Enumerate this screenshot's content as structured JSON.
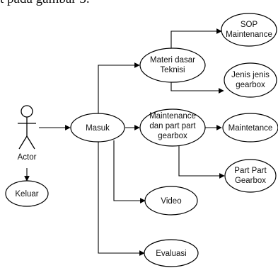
{
  "caption": "t pada gambar 3.",
  "actor": {
    "label": "Actor"
  },
  "nodes": {
    "keluar": "Keluar",
    "masuk": "Masuk",
    "materi": [
      "Materi dasar",
      "Teknisi"
    ],
    "maintenance_part": [
      "Maintenance",
      "dan part part",
      "gearbox"
    ],
    "video": "Video",
    "evaluasi": "Evaluasi",
    "sop": [
      "SOP",
      "Maintenance"
    ],
    "jenis": [
      "Jenis jenis",
      "gearbox"
    ],
    "maintetance": "Maintetance",
    "part": [
      "Part Part",
      "Gearbox"
    ]
  }
}
